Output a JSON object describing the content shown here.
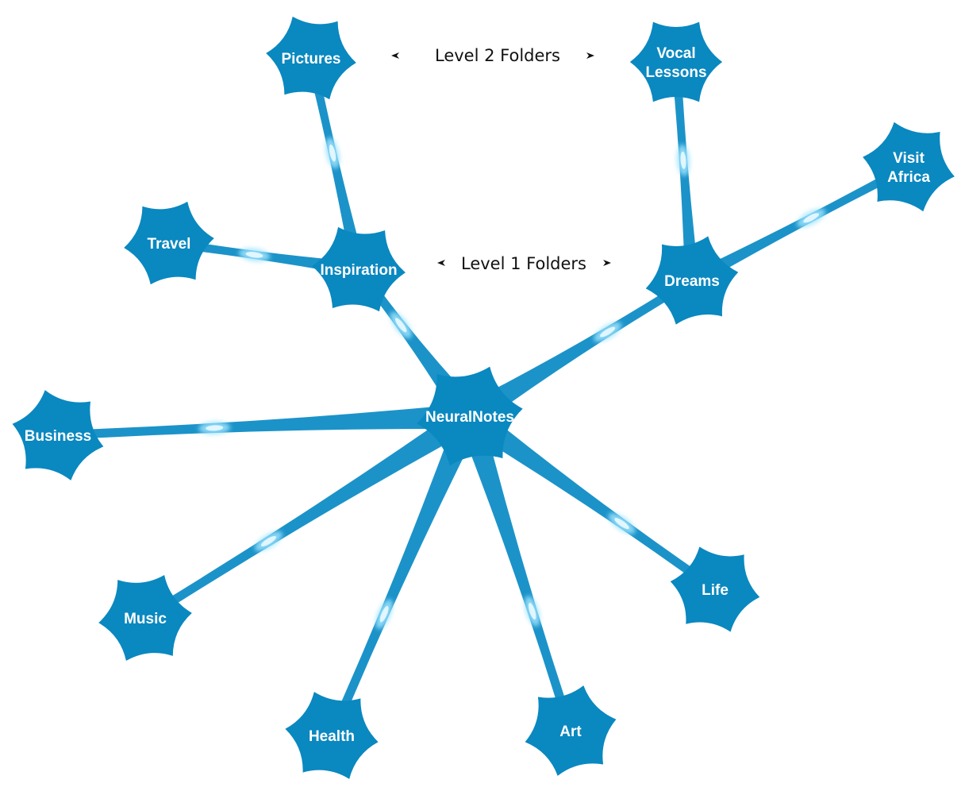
{
  "diagram": {
    "center": {
      "id": "neuralnotes",
      "label": "NeuralNotes"
    },
    "level1": [
      {
        "id": "inspiration",
        "label": "Inspiration"
      },
      {
        "id": "dreams",
        "label": "Dreams"
      },
      {
        "id": "business",
        "label": "Business"
      },
      {
        "id": "music",
        "label": "Music"
      },
      {
        "id": "health",
        "label": "Health"
      },
      {
        "id": "art",
        "label": "Art"
      },
      {
        "id": "life",
        "label": "Life"
      }
    ],
    "level2": [
      {
        "id": "pictures",
        "label": "Pictures",
        "parent": "inspiration"
      },
      {
        "id": "travel",
        "label": "Travel",
        "parent": "inspiration"
      },
      {
        "id": "vocal-lessons",
        "label": "Vocal Lessons",
        "lines": [
          "Vocal",
          "Lessons"
        ],
        "parent": "dreams"
      },
      {
        "id": "visit-africa",
        "label": "Visit Africa",
        "lines": [
          "Visit",
          "Africa"
        ],
        "parent": "dreams"
      }
    ],
    "annotations": {
      "level1": "Level 1 Folders",
      "level2": "Level 2 Folders"
    },
    "colors": {
      "node": "#0a88c0",
      "link": "#1b93c9",
      "glow": "#9fe4ff",
      "label": "#ffffff",
      "annotation": "#111111"
    }
  }
}
